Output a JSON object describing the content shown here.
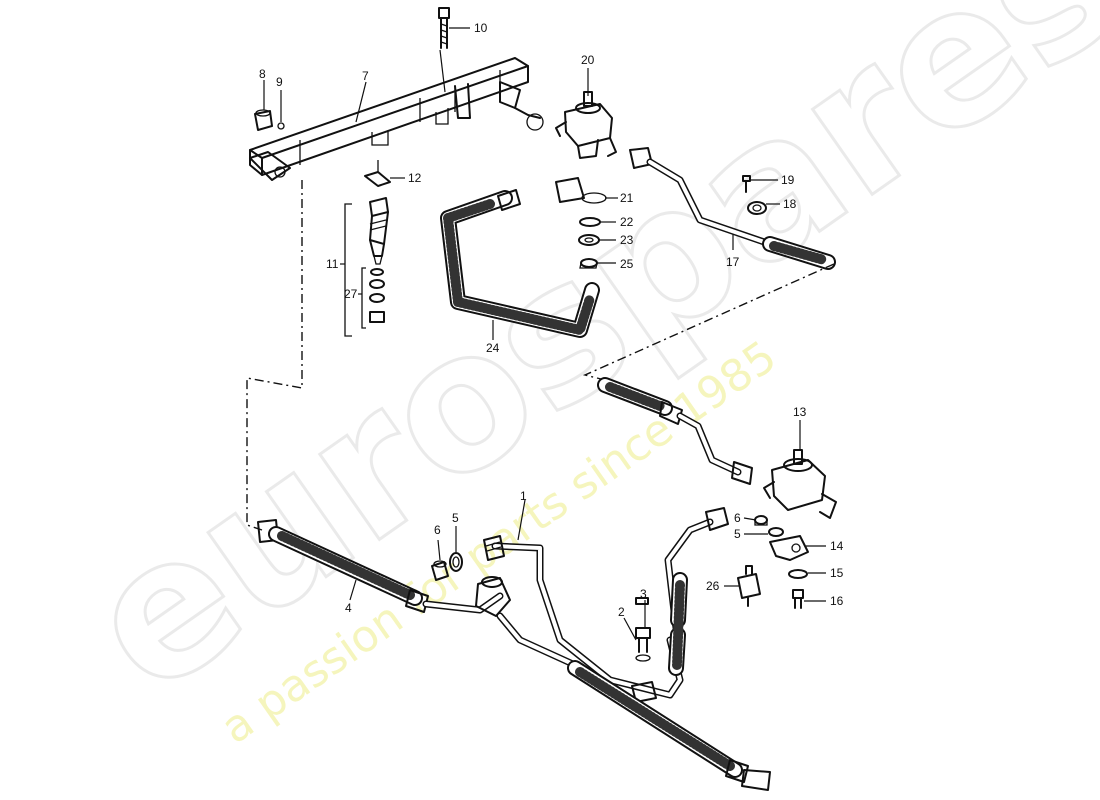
{
  "watermark": {
    "brand": "eurospares",
    "tagline": "a passion for parts since 1985"
  },
  "callouts": [
    "1",
    "2",
    "3",
    "4",
    "5",
    "5",
    "6",
    "6",
    "7",
    "8",
    "9",
    "10",
    "11",
    "12",
    "13",
    "14",
    "15",
    "16",
    "17",
    "18",
    "19",
    "20",
    "21",
    "22",
    "23",
    "24",
    "25",
    "26",
    "27"
  ]
}
